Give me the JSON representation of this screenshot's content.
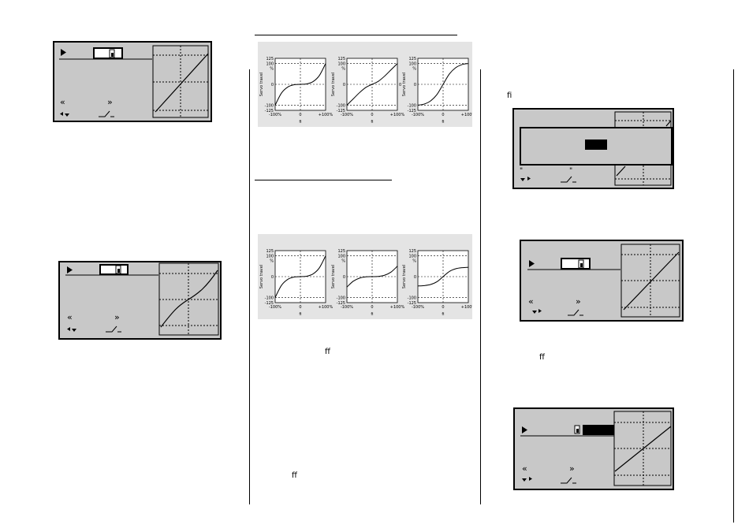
{
  "glyphs": {
    "fi": "ﬁ",
    "ff": "ﬀ"
  },
  "lcd": {
    "nav_left": "«",
    "nav_right": "»",
    "overlay_left": "\"",
    "overlay_right": "\""
  },
  "plots": {
    "ylabel": "Servo travel",
    "y_ticks": [
      "125",
      "100",
      "%",
      "0",
      "-100",
      "-125"
    ],
    "x_ticks": [
      "-100%",
      "0",
      "+100%"
    ],
    "x_unit": "ﬁ",
    "side_zero": "0"
  },
  "chart_data": [
    {
      "type": "line",
      "ylim": [
        -125,
        125
      ],
      "xlim": [
        -100,
        100
      ],
      "x": [
        -100,
        -75,
        -50,
        -25,
        0,
        25,
        50,
        75,
        100
      ],
      "values": [
        -100,
        -42,
        -13,
        -2,
        0,
        2,
        13,
        42,
        100
      ]
    },
    {
      "type": "line",
      "ylim": [
        -125,
        125
      ],
      "xlim": [
        -100,
        100
      ],
      "x": [
        -100,
        -75,
        -50,
        -25,
        0,
        25,
        50,
        75,
        100
      ],
      "values": [
        -100,
        -70,
        -40,
        -15,
        0,
        15,
        40,
        70,
        100
      ]
    },
    {
      "type": "line",
      "ylim": [
        -125,
        125
      ],
      "xlim": [
        -100,
        100
      ],
      "x": [
        -100,
        -75,
        -50,
        -25,
        0,
        25,
        50,
        75,
        100
      ],
      "values": [
        -100,
        -95,
        -80,
        -50,
        0,
        50,
        80,
        95,
        100
      ]
    },
    {
      "type": "line",
      "ylim": [
        -125,
        125
      ],
      "xlim": [
        -100,
        100
      ],
      "x": [
        -100,
        -75,
        -50,
        -25,
        0,
        25,
        50,
        75,
        100
      ],
      "values": [
        -100,
        -42,
        -13,
        -2,
        0,
        2,
        13,
        42,
        100
      ]
    },
    {
      "type": "line",
      "ylim": [
        -125,
        125
      ],
      "xlim": [
        -100,
        100
      ],
      "x": [
        -100,
        -75,
        -50,
        -25,
        0,
        25,
        50,
        75,
        100
      ],
      "values": [
        -50,
        -22,
        -7,
        -1,
        0,
        1,
        7,
        22,
        50
      ]
    },
    {
      "type": "line",
      "ylim": [
        -125,
        125
      ],
      "xlim": [
        -100,
        100
      ],
      "x": [
        -100,
        -75,
        -50,
        -25,
        0,
        25,
        50,
        75,
        100
      ],
      "values": [
        -45,
        -43,
        -38,
        -25,
        0,
        25,
        38,
        43,
        45
      ]
    }
  ]
}
